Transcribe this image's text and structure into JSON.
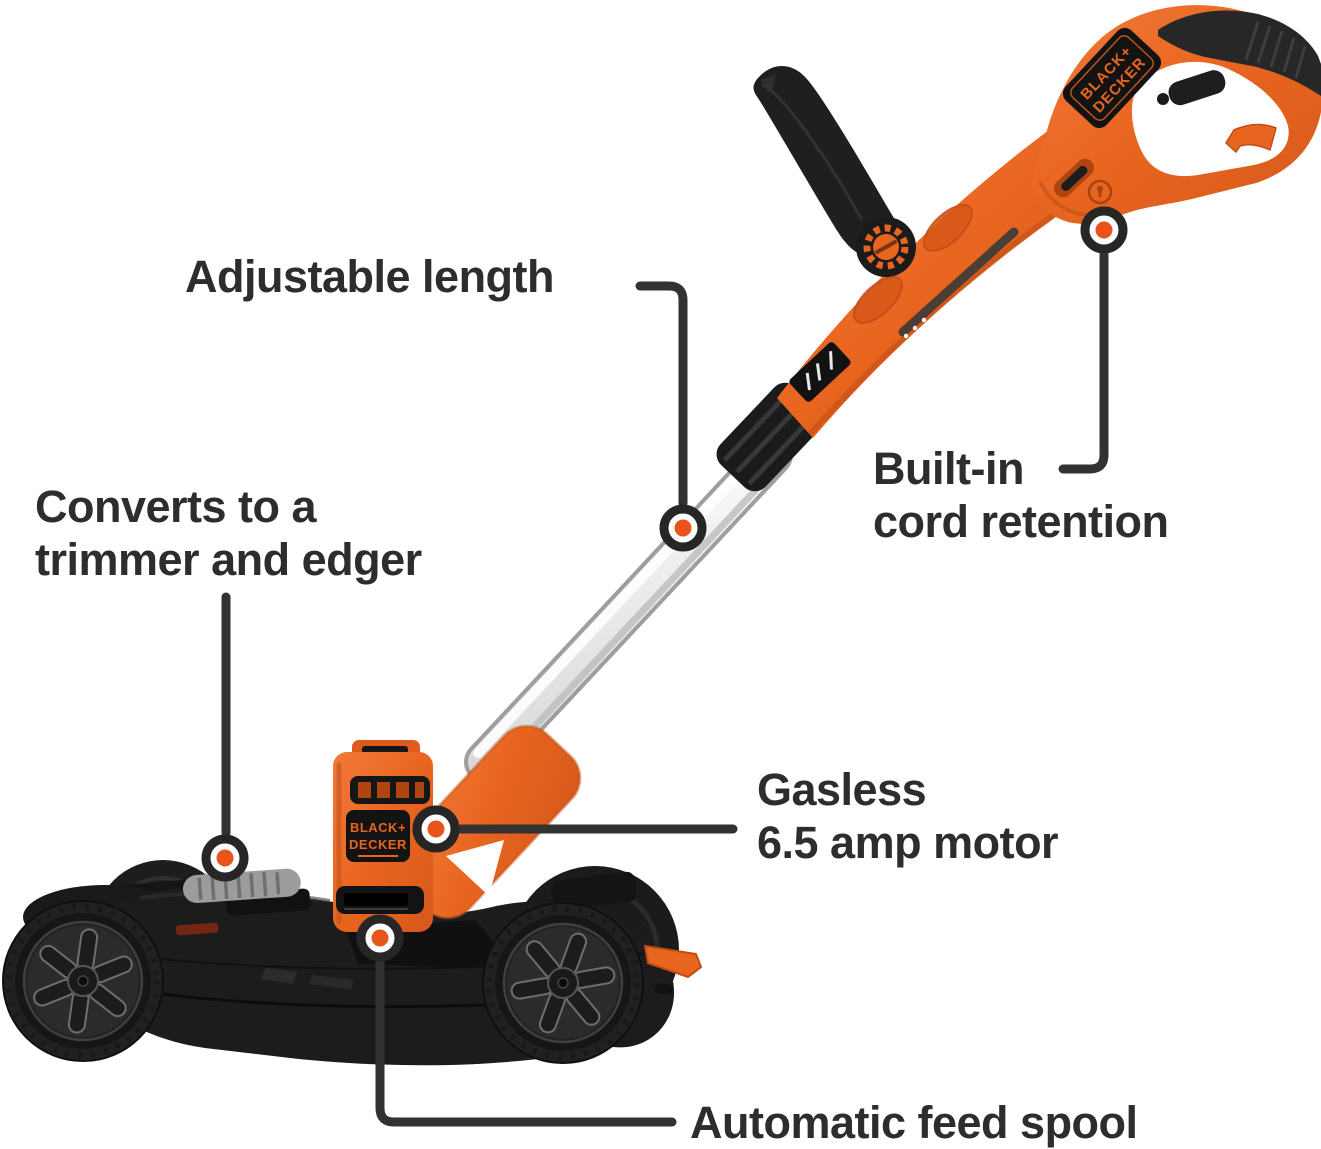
{
  "brand": {
    "line1": "BLACK+",
    "line2": "DECKER"
  },
  "colors": {
    "orange": "#E8651F",
    "orange_dark": "#C5541A",
    "label_text": "#2D2D2D",
    "connector_line": "#323232",
    "dot_ring": "#262626",
    "dot_center": "#E8551C",
    "background": "#FFFFFF"
  },
  "callouts": [
    {
      "id": "adjustable-length",
      "lines": [
        "Adjustable length"
      ]
    },
    {
      "id": "converts-trimmer-edger",
      "lines": [
        "Converts to a",
        "trimmer and edger"
      ]
    },
    {
      "id": "built-in-cord-retention",
      "lines": [
        "Built-in",
        "cord retention"
      ]
    },
    {
      "id": "gasless-motor",
      "lines": [
        "Gasless",
        "6.5 amp motor"
      ]
    },
    {
      "id": "automatic-feed-spool",
      "lines": [
        "Automatic feed spool"
      ]
    }
  ]
}
